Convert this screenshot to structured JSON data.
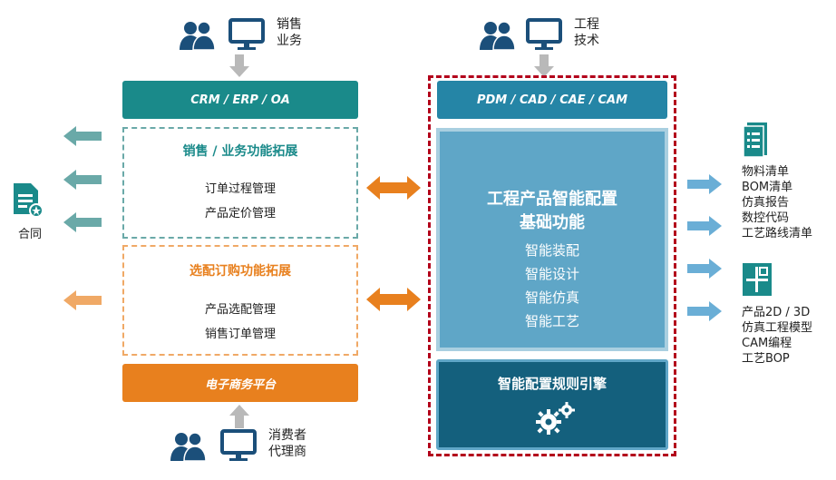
{
  "top_left_group": {
    "label_line1": "销售",
    "label_line2": "业务"
  },
  "top_right_group": {
    "label_line1": "工程",
    "label_line2": "技术"
  },
  "bottom_group": {
    "label_line1": "消费者",
    "label_line2": "代理商"
  },
  "crm_bar": {
    "label": "CRM / ERP / OA"
  },
  "pdm_bar": {
    "label": "PDM / CAD / CAE / CAM"
  },
  "ecommerce_bar": {
    "label": "电子商务平台"
  },
  "sales_box": {
    "title": "销售 / 业务功能拓展",
    "items": [
      "订单过程管理",
      "产品定价管理"
    ]
  },
  "config_box": {
    "title": "选配订购功能拓展",
    "items": [
      "产品选配管理",
      "销售订单管理"
    ]
  },
  "core_box": {
    "title_line1": "工程产品智能配置",
    "title_line2": "基础功能",
    "items": [
      "智能装配",
      "智能设计",
      "智能仿真",
      "智能工艺"
    ]
  },
  "rule_engine": {
    "title": "智能配置规则引擎"
  },
  "contract": {
    "label": "合同"
  },
  "outputs_top": [
    "物料清单",
    "BOM清单",
    "仿真报告",
    "数控代码",
    "工艺路线清单"
  ],
  "outputs_bottom": [
    "产品2D / 3D",
    "仿真工程模型",
    "CAM编程",
    "工艺BOP"
  ],
  "colors": {
    "teal": "#1a8a8a",
    "teal_light": "#6aa9a8",
    "orange": "#e8801e",
    "blue": "#2585a6",
    "blue_light": "#5fa6c7",
    "navy": "#14607d",
    "red_dash": "#b3001b",
    "arrow_blue": "#6aaed6"
  }
}
